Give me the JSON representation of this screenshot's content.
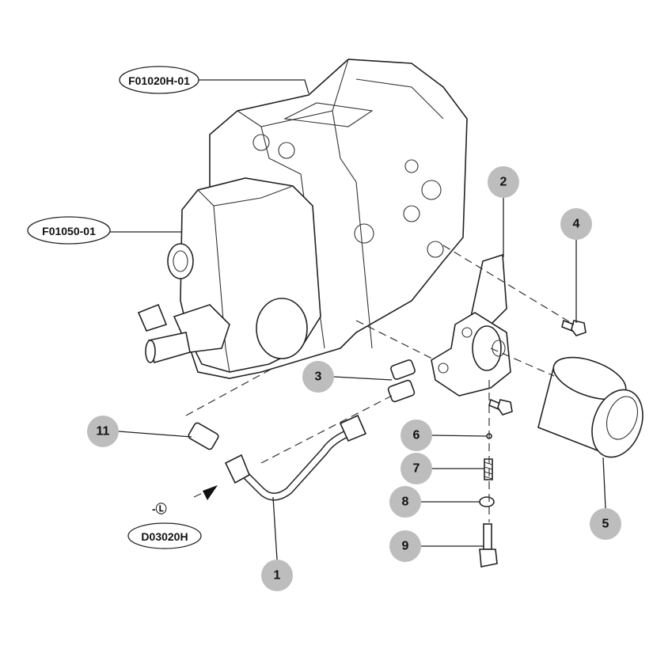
{
  "references": {
    "transmission_case": "F01020H-01",
    "front_cover": "F01050-01",
    "pipe_ref": "D03020H",
    "pipe_symbol": "-Ⓛ"
  },
  "callouts": {
    "c1": "1",
    "c2": "2",
    "c3": "3",
    "c4": "4",
    "c5": "5",
    "c6": "6",
    "c7": "7",
    "c8": "8",
    "c9": "9",
    "c11": "11"
  },
  "colors": {
    "callout_fill": "#bdbdbd",
    "line": "#222222"
  }
}
